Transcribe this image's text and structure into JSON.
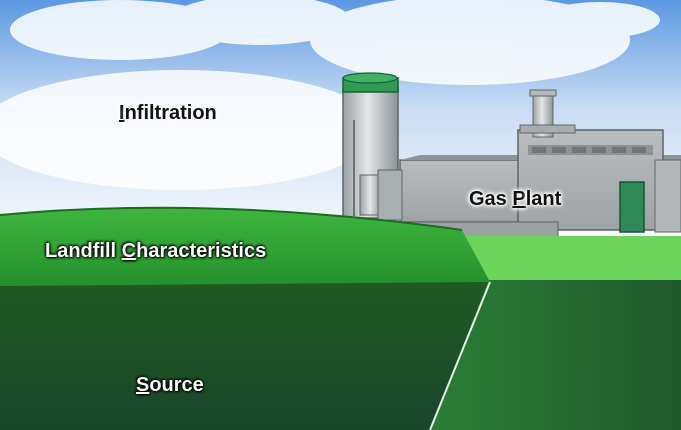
{
  "labels": {
    "infiltration": {
      "hotkey": "I",
      "rest": "nfiltration"
    },
    "gas_plant": {
      "pre": "Gas ",
      "hotkey": "P",
      "rest": "lant"
    },
    "landfill": {
      "pre": "Landfill ",
      "hotkey": "C",
      "rest": "haracteristics"
    },
    "source": {
      "hotkey": "S",
      "rest": "ource"
    }
  },
  "colors": {
    "sky_top": "#4f8fe0",
    "sky_bottom": "#f4f7fb",
    "grass_light": "#3fb33f",
    "grass_dark": "#1d4f24",
    "ground_right": "#6fd65c",
    "plant_gray": "#a8acaf",
    "stack_green": "#2f9a54"
  }
}
